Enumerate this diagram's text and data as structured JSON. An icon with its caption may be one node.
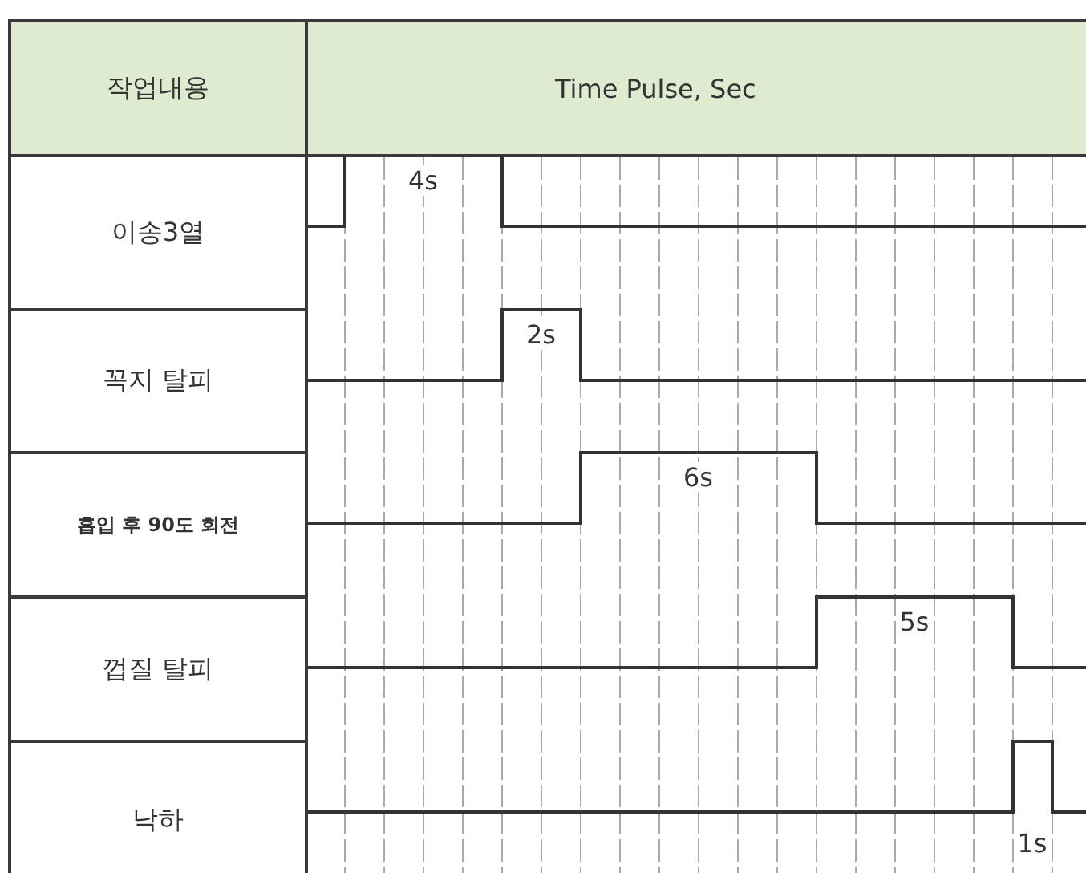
{
  "diagram": {
    "labels": [
      "작업내용",
      "Time Pulse, Sec",
      "이송3열",
      "4s",
      "꼭지 탈피",
      "2s",
      "흡입 후 90도 회전",
      "6s",
      "껍질 탈피",
      "5s",
      "낙하",
      "1s"
    ]
  }
}
